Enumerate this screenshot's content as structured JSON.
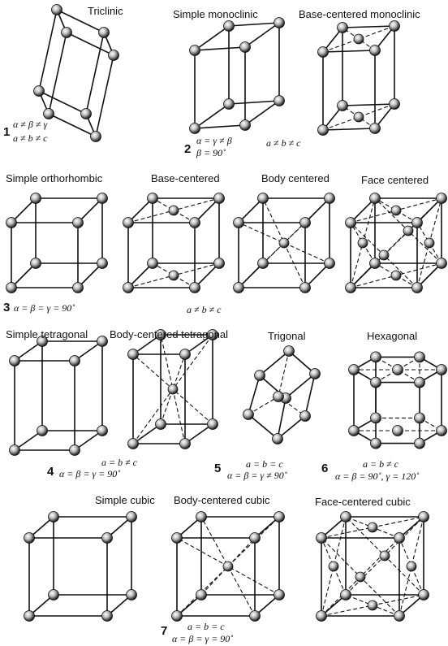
{
  "labels": {
    "triclinic": "Triclinic",
    "simple_monoclinic": "Simple monoclinic",
    "base_centered_monoclinic": "Base-centered monoclinic",
    "simple_orthorhombic": "Simple orthorhombic",
    "base_centered": "Base-centered",
    "body_centered": "Body centered",
    "face_centered": "Face centered",
    "simple_tetragonal": "Simple tetragonal",
    "body_centered_tetragonal": "Body-centered tetragonal",
    "trigonal": "Trigonal",
    "hexagonal": "Hexagonal",
    "simple_cubic": "Simple cubic",
    "body_centered_cubic": "Body-centered cubic",
    "face_centered_cubic": "Face-centered cubic"
  },
  "numbers": {
    "n1": "1",
    "n2": "2",
    "n3": "3",
    "n4": "4",
    "n5": "5",
    "n6": "6",
    "n7": "7"
  },
  "equations": {
    "tri_a": "α ≠ β ≠ γ",
    "tri_b": "a ≠ b ≠ c",
    "mono_a": "α = γ ≠ β",
    "mono_b": "β = 90˚",
    "mono_c": "a ≠ b ≠ c",
    "ortho_a": "α = β = γ = 90˚",
    "ortho_b": "a ≠ b ≠ c",
    "tet_a": "a = b ≠ c",
    "tet_b": "α = β = γ = 90˚",
    "trig_a": "a = b = c",
    "trig_b": "α = β = γ ≠ 90˚",
    "hex_a": "a = b ≠ c",
    "hex_b": "α = β = 90˚, γ = 120˚",
    "cub_a": "a = b = c",
    "cub_b": "α = β = γ = 90˚"
  }
}
